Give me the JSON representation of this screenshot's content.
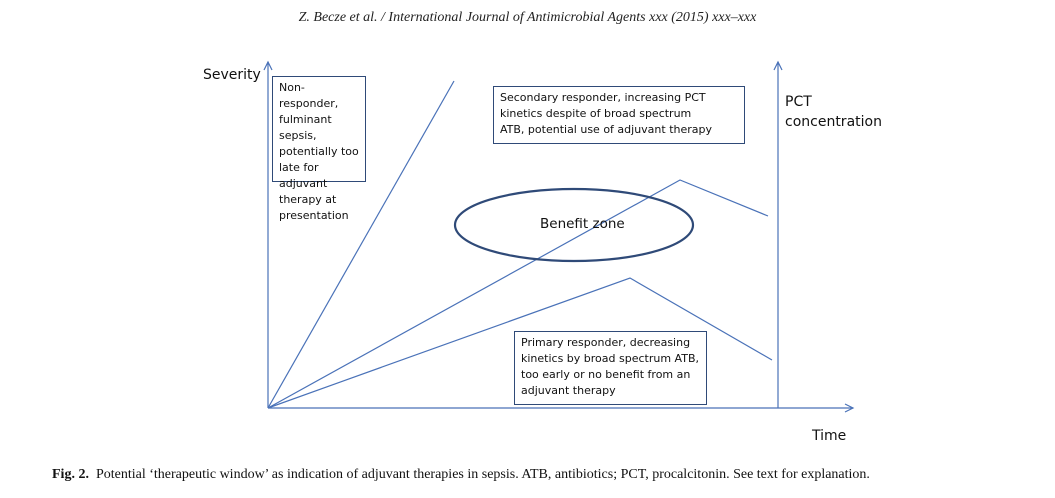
{
  "header": "Z. Becze et al. / International Journal of Antimicrobial Agents xxx (2015) xxx–xxx",
  "figure": {
    "y_axis_left_label": "Severity",
    "y_axis_right_label_line1": "PCT",
    "y_axis_right_label_line2": "concentration",
    "x_axis_label": "Time",
    "benefit_zone_label": "Benefit zone",
    "boxes": [
      {
        "lines": [
          "Non-responder,",
          "fulminant sepsis,",
          "potentially too",
          "late for adjuvant",
          "therapy at",
          "presentation"
        ]
      },
      {
        "lines": [
          "Secondary responder, increasing PCT",
          "kinetics despite of broad spectrum",
          "ATB, potential use of adjuvant therapy"
        ]
      },
      {
        "lines": [
          "Primary responder, decreasing",
          "kinetics by broad spectrum ATB,",
          "too early or no benefit from an",
          "adjuvant therapy"
        ]
      }
    ],
    "line_color": "#4a72b8",
    "box_border_color": "#2f4a78"
  },
  "caption": {
    "label": "Fig. 2.",
    "text": "Potential ‘therapeutic window’ as indication of adjuvant therapies in sepsis. ATB, antibiotics; PCT, procalcitonin. See text for explanation."
  }
}
